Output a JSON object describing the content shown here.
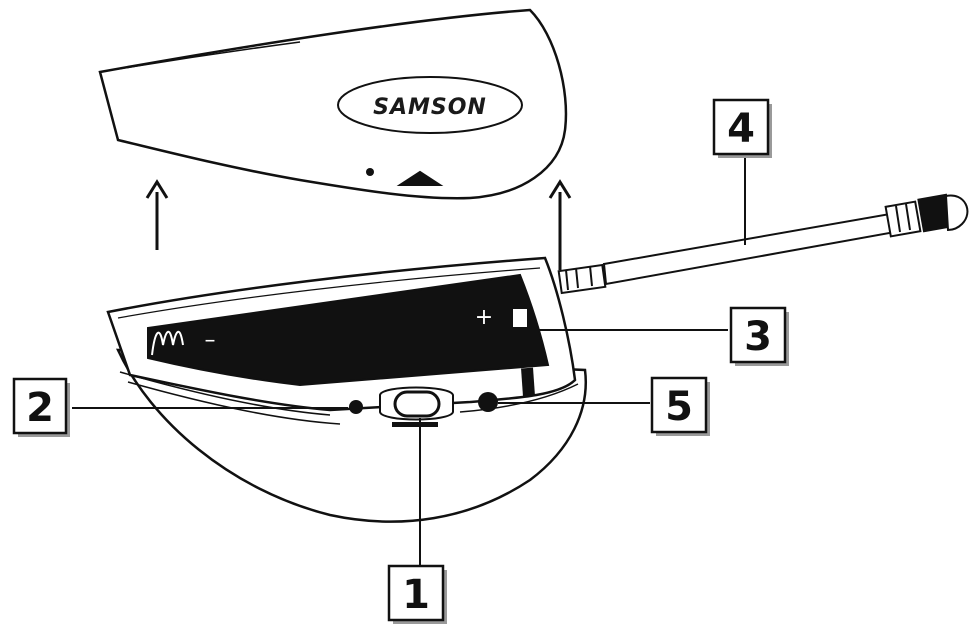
{
  "brand_label": "SAMSON",
  "polarity": {
    "plus": "+",
    "minus": "–"
  },
  "callouts": [
    {
      "id": "callout-1",
      "label": "1"
    },
    {
      "id": "callout-2",
      "label": "2"
    },
    {
      "id": "callout-3",
      "label": "3"
    },
    {
      "id": "callout-4",
      "label": "4"
    },
    {
      "id": "callout-5",
      "label": "5"
    }
  ],
  "colors": {
    "ink": "#111111",
    "paper": "#ffffff",
    "shadow": "#9a9a9a"
  }
}
